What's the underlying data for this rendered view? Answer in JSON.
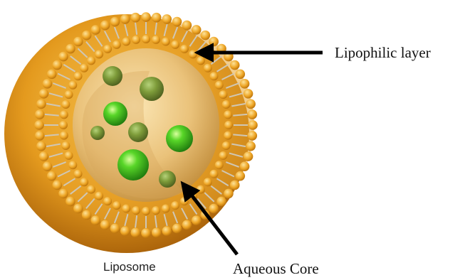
{
  "figure": {
    "caption": "Liposome",
    "labels": {
      "lipophilic": "Lipophilic layer",
      "aqueous": "Aqueous Core"
    }
  },
  "colors": {
    "shell_dark": "#b96f08",
    "shell_mid": "#e0981c",
    "shell_light": "#f6c24a",
    "head_bead": "#f1ab2a",
    "tail": "#c9c2b4",
    "core_light": "#f5d89a",
    "core_dark": "#c98a2e",
    "sphere_green": "#3cc21c",
    "sphere_olive": "#6a8a2a",
    "arrow": "#000000"
  },
  "icons": [
    "liposome-illustration",
    "arrow-left-icon",
    "arrow-up-left-icon"
  ]
}
